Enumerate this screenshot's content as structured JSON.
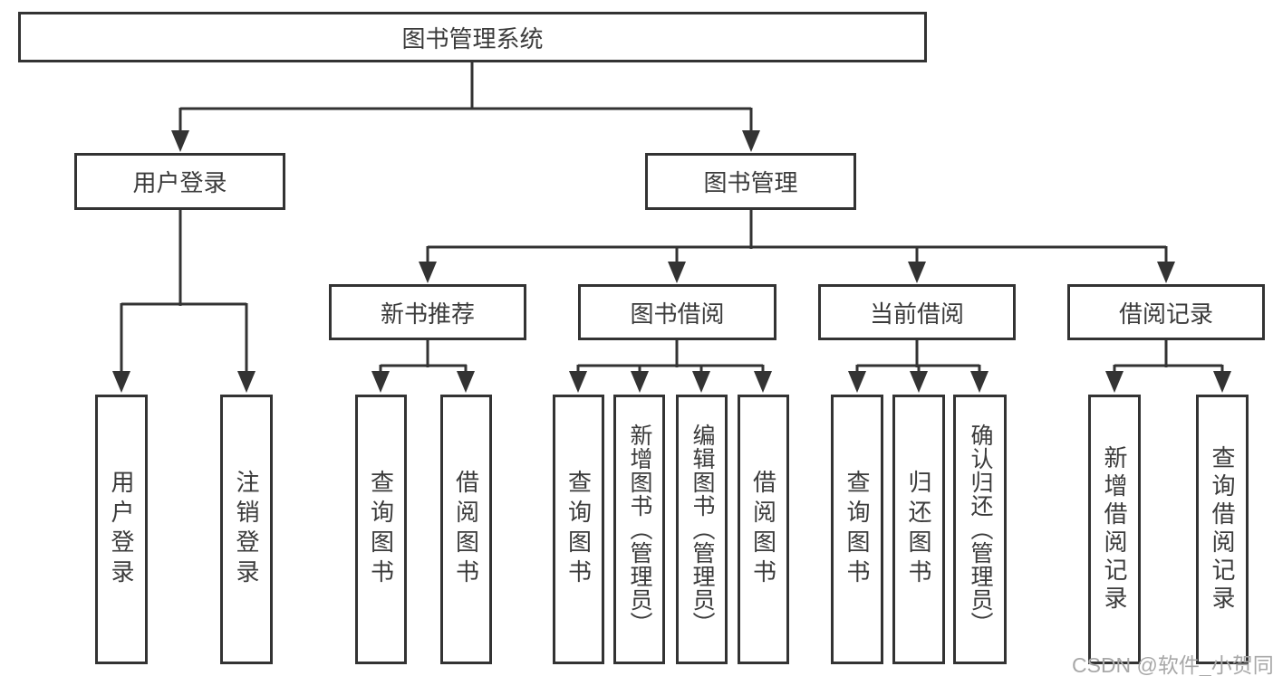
{
  "diagram": {
    "title": "图书管理系统",
    "branches": [
      {
        "label": "用户登录",
        "children": [
          {
            "label": "用户登录"
          },
          {
            "label": "注销登录"
          }
        ]
      },
      {
        "label": "图书管理",
        "children": [
          {
            "label": "新书推荐",
            "children": [
              {
                "label": "查询图书"
              },
              {
                "label": "借阅图书"
              }
            ]
          },
          {
            "label": "图书借阅",
            "children": [
              {
                "label": "查询图书"
              },
              {
                "label": "新增图书（管理员）"
              },
              {
                "label": "编辑图书（管理员）"
              },
              {
                "label": "借阅图书"
              }
            ]
          },
          {
            "label": "当前借阅",
            "children": [
              {
                "label": "查询图书"
              },
              {
                "label": "归还图书"
              },
              {
                "label": "确认归还（管理员）"
              }
            ]
          },
          {
            "label": "借阅记录",
            "children": [
              {
                "label": "新增借阅记录"
              },
              {
                "label": "查询借阅记录"
              }
            ]
          }
        ]
      }
    ]
  },
  "watermark": {
    "text": "CSDN @软件_小贺同学"
  },
  "colors": {
    "line": "#333333",
    "text": "#3b3b3b",
    "background": "#ffffff",
    "watermark": "#a8a8a8"
  }
}
